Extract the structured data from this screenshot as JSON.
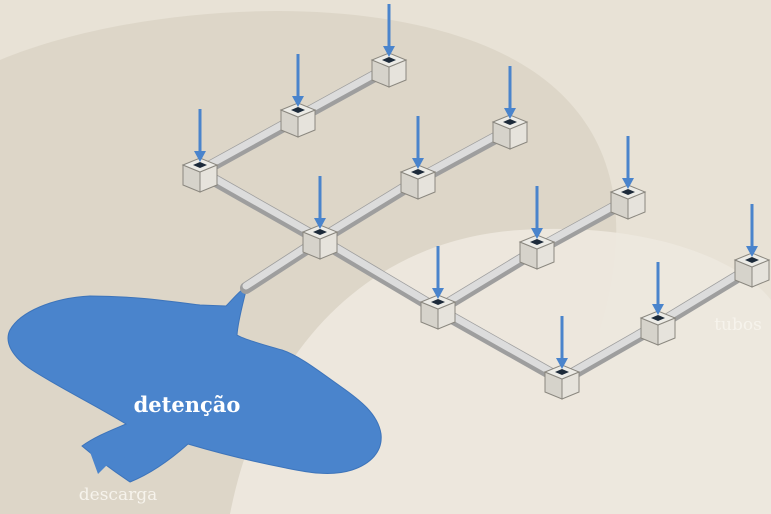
{
  "labels": {
    "detention": "detenção",
    "discharge": "descarga",
    "pipes": "tubos"
  },
  "colors": {
    "background": "#e8e2d6",
    "backdrop_shape": "#dcd5c6",
    "backdrop_arc": "#ede8de",
    "water": "#4a84cc",
    "water_edge": "#3d74ba",
    "arrow": "#4a84cc",
    "pipe": "#c9c9c9",
    "inlet_box": "#dedbd4",
    "grate": "#1c2a3a",
    "label_light": "#ffffff",
    "label_faint": "#f6f3ec"
  },
  "icons": [
    "down-arrow-icon",
    "drain-grate-icon"
  ]
}
